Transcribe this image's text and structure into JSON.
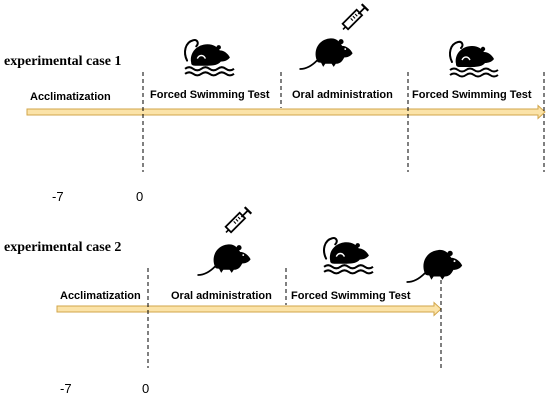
{
  "colors": {
    "arrow_fill": "#fbe3a8",
    "arrow_stroke": "#d2a64a",
    "dashed_line": "#000000",
    "icon": "#000000"
  },
  "cases": [
    {
      "title": "experimental case 1",
      "segments": [
        {
          "label": "Acclimatization"
        },
        {
          "label": "Forced Swimming Test"
        },
        {
          "label": "Oral administration"
        },
        {
          "label": "Forced Swimming Test"
        }
      ],
      "icons": [
        "swimming-rat-icon",
        "syringe-rat-icon",
        "swimming-rat-icon"
      ],
      "ticks": [
        {
          "label": "-7"
        },
        {
          "label": "0"
        }
      ]
    },
    {
      "title": "experimental case 2",
      "segments": [
        {
          "label": "Acclimatization"
        },
        {
          "label": "Oral administration"
        },
        {
          "label": "Forced Swimming Test"
        }
      ],
      "icons": [
        "syringe-rat-icon",
        "swimming-rat-icon",
        "rat-icon"
      ],
      "ticks": [
        {
          "label": "-7"
        },
        {
          "label": "0"
        }
      ]
    }
  ]
}
